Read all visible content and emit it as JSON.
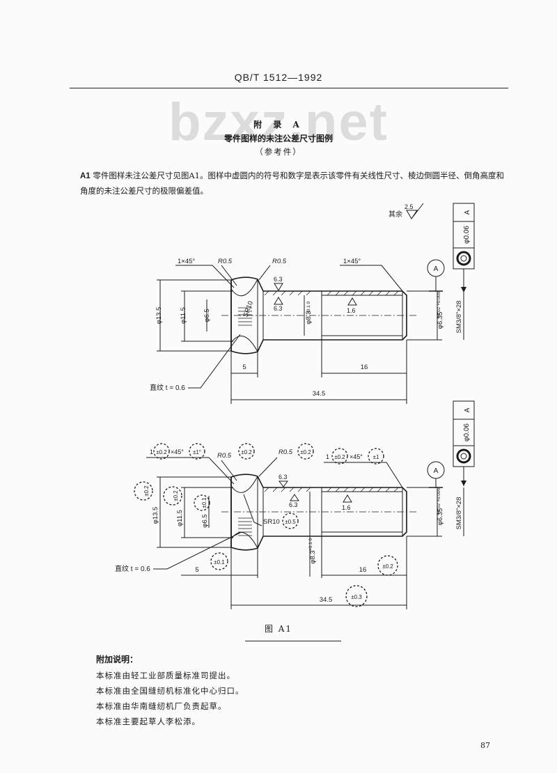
{
  "header": "QB/T 1512—1992",
  "watermark": "bzxz.net",
  "appendix": {
    "label": "附 录 A",
    "title": "零件图样的未注公差尺寸图例",
    "type": "（参考件）"
  },
  "paragraph": {
    "number": "A1",
    "text": "零件图样未注公差尺寸见图A1。图样中虚圆内的符号和数字是表示该零件有关线性尺寸、棱边倒圆半径、倒角高度和角度的未注公差尺寸的极限偏差值。"
  },
  "drawing_top": {
    "roughness_rest_label": "其余",
    "roughness_rest_value": "2.5",
    "tol_datum": "A",
    "tol_value": "φ0.06",
    "datum_circle": "A",
    "chamfer_left": "1×45°",
    "r_left": "R0.5",
    "r_right": "R0.5",
    "chamfer_right": "1×45°",
    "rough_a": "6.3",
    "rough_b": "6.3",
    "rough_c": "1.6",
    "sr": "SR10",
    "dia_135": "φ13.5",
    "dia_115": "φ11.5",
    "dia_65": "φ6.5",
    "dia_83": "φ8.3",
    "dia_83_tol": "+0.1 0",
    "dia_635": "φ6.35",
    "dia_635_tol": "+0.02 +0.005",
    "thread": "SM3/8\"×28",
    "knurl": "直纹 t = 0.6",
    "len_5": "5",
    "len_16": "16",
    "len_345": "34.5"
  },
  "drawing_bottom": {
    "tol_datum": "A",
    "tol_value": "φ0.06",
    "datum_circle": "A",
    "chamfer_left_pre": "1",
    "chamfer_left_tol": "±0.2",
    "chamfer_left_mid": "×45°",
    "chamfer_left_ang": "±1°",
    "r_left": "R0.5",
    "r_left_tol": "±0.2",
    "r_right": "R0.5",
    "r_right_tol": "±0.2",
    "chamfer_right_pre": "1",
    "chamfer_right_tol": "±0.2",
    "chamfer_right_mid": "×45°",
    "chamfer_right_ang": "±1",
    "rough_a": "6.3",
    "rough_b": "6.3",
    "rough_c": "1.6",
    "sr": "SR10",
    "sr_tol": "±0.5",
    "dia_135": "φ13.5",
    "dia_135_tol": "±0.2",
    "dia_115": "φ11.5",
    "dia_115_tol": "±0.2",
    "dia_65": "φ6.5",
    "dia_65_tol": "±0.1",
    "dia_83": "φ8.3",
    "dia_83_tol": "+0.1 0",
    "dia_635": "φ6.35",
    "dia_635_tol": "+0.02 +0.005",
    "thread": "SM3/8\"×28",
    "knurl": "直纹 t = 0.6",
    "len_5": "5",
    "len_5_tol": "±0.1",
    "len_16": "16",
    "len_16_tol": "±0.2",
    "len_345": "34.5",
    "len_345_tol": "±0.3"
  },
  "figure_caption": "图 A1",
  "notes": {
    "heading": "附加说明：",
    "items": [
      "本标准由轻工业部质量标准司提出。",
      "本标准由全国缝纫机标准化中心归口。",
      "本标准由华南缝纫机厂负责起草。",
      "本标准主要起草人李松添。"
    ]
  },
  "page_number": "87"
}
